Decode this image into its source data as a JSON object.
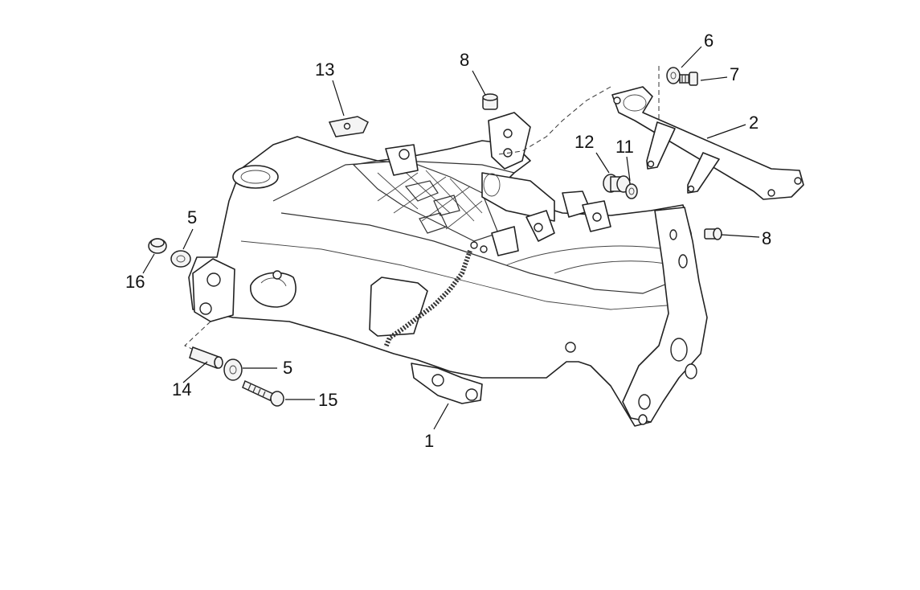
{
  "callouts": [
    {
      "id": "c1",
      "label": "1"
    },
    {
      "id": "c2",
      "label": "2"
    },
    {
      "id": "c5a",
      "label": "5"
    },
    {
      "id": "c5b",
      "label": "5"
    },
    {
      "id": "c6",
      "label": "6"
    },
    {
      "id": "c7",
      "label": "7"
    },
    {
      "id": "c8a",
      "label": "8"
    },
    {
      "id": "c8b",
      "label": "8"
    },
    {
      "id": "c11",
      "label": "11"
    },
    {
      "id": "c12",
      "label": "12"
    },
    {
      "id": "c13",
      "label": "13"
    },
    {
      "id": "c14",
      "label": "14"
    },
    {
      "id": "c15",
      "label": "15"
    },
    {
      "id": "c16",
      "label": "16"
    }
  ]
}
